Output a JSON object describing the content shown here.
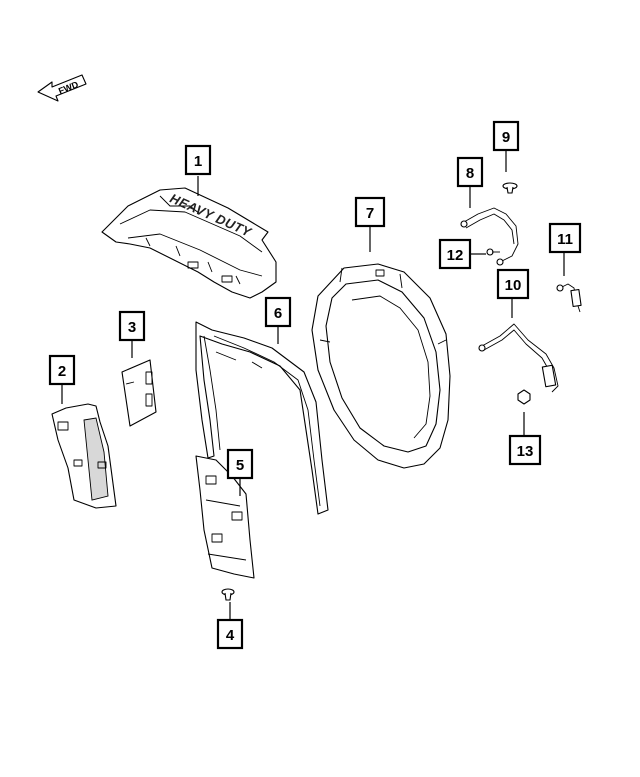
{
  "diagram": {
    "direction_indicator": "FWD",
    "emboss_text": "HEAVY DUTY",
    "callouts": [
      "1",
      "2",
      "3",
      "4",
      "5",
      "6",
      "7",
      "8",
      "9",
      "10",
      "11",
      "12",
      "13"
    ]
  }
}
